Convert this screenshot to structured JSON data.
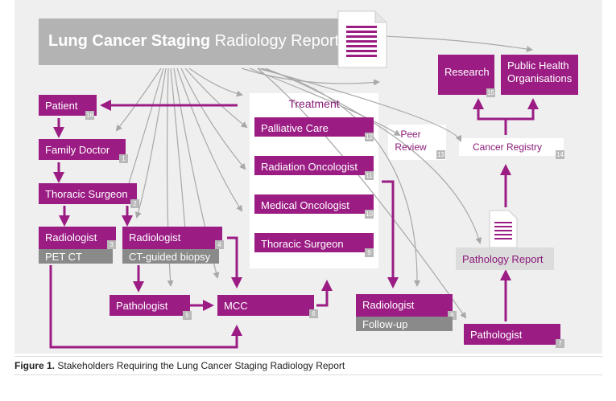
{
  "title": {
    "bold": "Lung Cancer Staging",
    "rest": " Radiology Report"
  },
  "treatment": {
    "heading": "Treatment",
    "items": [
      {
        "label": "Palliative Care",
        "num": "12"
      },
      {
        "label": "Radiation Oncologist",
        "num": "11"
      },
      {
        "label": "Medical Oncologist",
        "num": "10"
      },
      {
        "label": "Thoracic Surgeon",
        "num": "9"
      }
    ]
  },
  "nodes": {
    "patient": {
      "label": "Patient",
      "num": "16"
    },
    "family_doctor": {
      "label": "Family Doctor",
      "num": "1"
    },
    "thoracic_surgeon": {
      "label": "Thoracic Surgeon",
      "num": "2"
    },
    "radiologist_pet": {
      "label": "Radiologist",
      "num": "3",
      "sub": "PET CT"
    },
    "radiologist_ct": {
      "label": "Radiologist",
      "num": "4",
      "sub": "CT-guided biopsy"
    },
    "pathologist_5": {
      "label": "Pathologist",
      "num": "5"
    },
    "mcc": {
      "label": "MCC",
      "num": "6"
    },
    "radiologist_follow": {
      "label": "Radiologist",
      "num": "8",
      "sub": "Follow-up"
    },
    "pathologist_7": {
      "label": "Pathologist",
      "num": "7"
    },
    "pathology_report": {
      "label": "Pathology Report"
    },
    "cancer_registry": {
      "label": "Cancer Registry",
      "num": "14"
    },
    "peer_review": {
      "line1": "Peer",
      "line2": "Review",
      "num": "13"
    },
    "research": {
      "label": "Research",
      "num": "15"
    },
    "public_health": {
      "line1": "Public Health",
      "line2": "Organisations"
    }
  },
  "caption": {
    "bold": "Figure 1.",
    "rest": " Stakeholders Requiring the Lung Cancer Staging Radiology Report"
  },
  "colors": {
    "purple": "#9b1d84",
    "gray_arrow": "#a8a8a8",
    "sub_gray": "#8a8a8a",
    "title_gray": "#b3b3b3"
  }
}
